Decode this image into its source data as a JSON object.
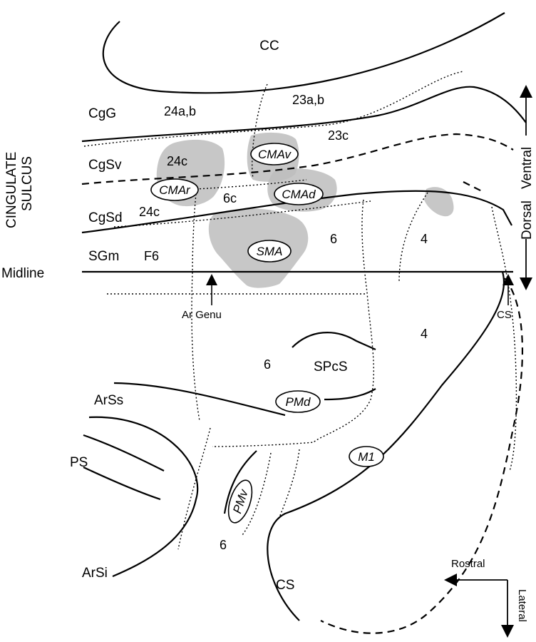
{
  "labels": {
    "cc": "CC",
    "cgg": "CgG",
    "cgsv": "CgSv",
    "cgsd": "CgSd",
    "sgm": "SGm",
    "midline": "Midline",
    "cingulate": "CINGULATE",
    "sulcus": "SULCUS",
    "a24ab": "24a,b",
    "a23ab": "23a,b",
    "a23c": "23c",
    "a24c_top": "24c",
    "a24c_bottom": "24c",
    "a6c": "6c",
    "f6": "F6",
    "a6_upper": "6",
    "a4_upper": "4",
    "a4_lower": "4",
    "a6_mid": "6",
    "a6_low": "6",
    "spcs": "SPcS",
    "arss": "ArSs",
    "ps": "PS",
    "arsi": "ArSi",
    "cs_bottom": "CS",
    "cs_top": "CS",
    "ar_genu": "Ar Genu",
    "ventral": "Ventral",
    "dorsal": "Dorsal",
    "rostral": "Rostral",
    "lateral": "Lateral"
  },
  "ovals": {
    "cmav": "CMAv",
    "cmar": "CMAr",
    "cmad": "CMAd",
    "sma": "SMA",
    "pmd": "PMd",
    "pmv": "PMv",
    "m1": "M1"
  }
}
